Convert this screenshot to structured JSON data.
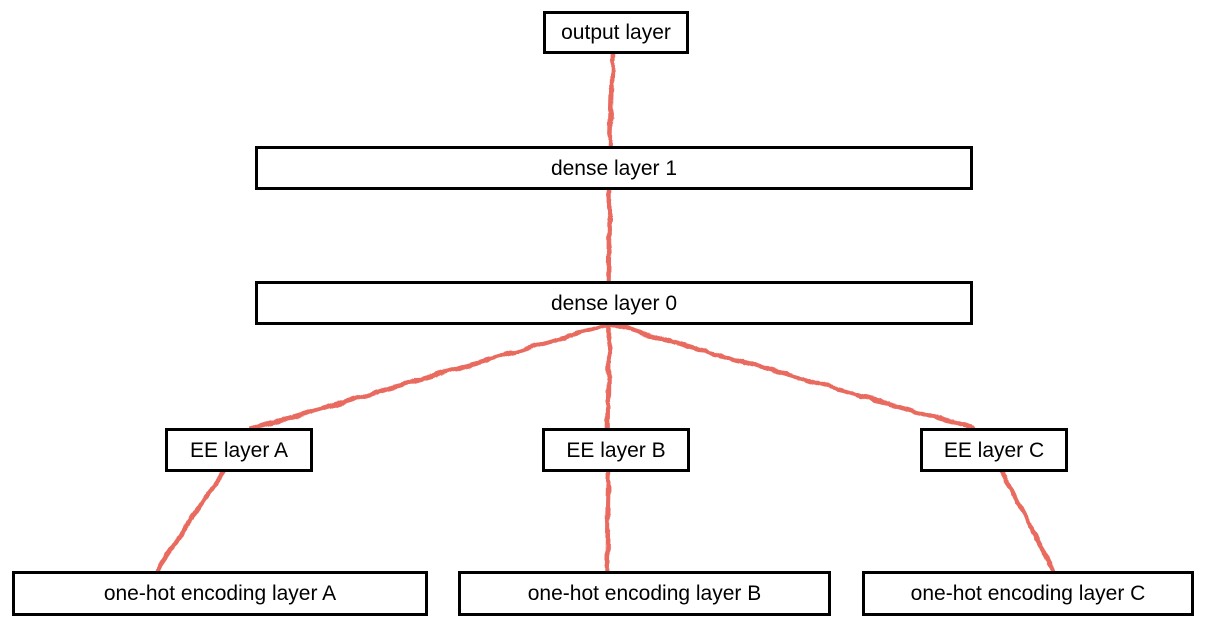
{
  "diagram": {
    "description": "Neural network architecture diagram with entity-embedding (EE) layers",
    "colors": {
      "edge": "#e96a5f",
      "box_border": "#000000",
      "box_fill": "#ffffff",
      "text": "#000000",
      "background": "#ffffff"
    },
    "nodes": {
      "output": {
        "label": "output layer"
      },
      "dense1": {
        "label": "dense layer 1"
      },
      "dense0": {
        "label": "dense layer 0"
      },
      "ee_a": {
        "label": "EE layer A"
      },
      "ee_b": {
        "label": "EE layer B"
      },
      "ee_c": {
        "label": "EE layer C"
      },
      "onehot_a": {
        "label": "one-hot encoding layer A"
      },
      "onehot_b": {
        "label": "one-hot encoding layer B"
      },
      "onehot_c": {
        "label": "one-hot encoding layer C"
      }
    },
    "edges": [
      {
        "from": "output layer",
        "to": "dense layer 1"
      },
      {
        "from": "dense layer 1",
        "to": "dense layer 0"
      },
      {
        "from": "dense layer 0",
        "to": "EE layer A"
      },
      {
        "from": "dense layer 0",
        "to": "EE layer B"
      },
      {
        "from": "dense layer 0",
        "to": "EE layer C"
      },
      {
        "from": "EE layer A",
        "to": "one-hot encoding layer A"
      },
      {
        "from": "EE layer B",
        "to": "one-hot encoding layer B"
      },
      {
        "from": "EE layer C",
        "to": "one-hot encoding layer C"
      }
    ]
  }
}
